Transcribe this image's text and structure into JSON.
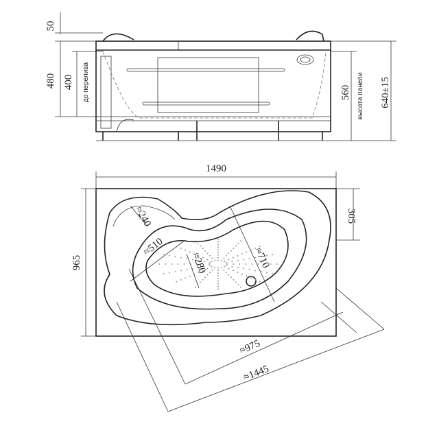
{
  "side_view": {
    "dims": {
      "headrest": "50",
      "total_rim": "480",
      "overflow": "400",
      "overflow_label": "до перелива",
      "panel": "560",
      "panel_label": "высота панели",
      "total_height": "640±15"
    }
  },
  "plan_view": {
    "dims": {
      "length": "1490",
      "width": "965",
      "corner": "305",
      "seat": "≈240",
      "inner_width": "≈510",
      "narrow": "≈280",
      "bowl": "≈710",
      "inner_length": "≈975",
      "outer_length": "≈1445"
    }
  }
}
